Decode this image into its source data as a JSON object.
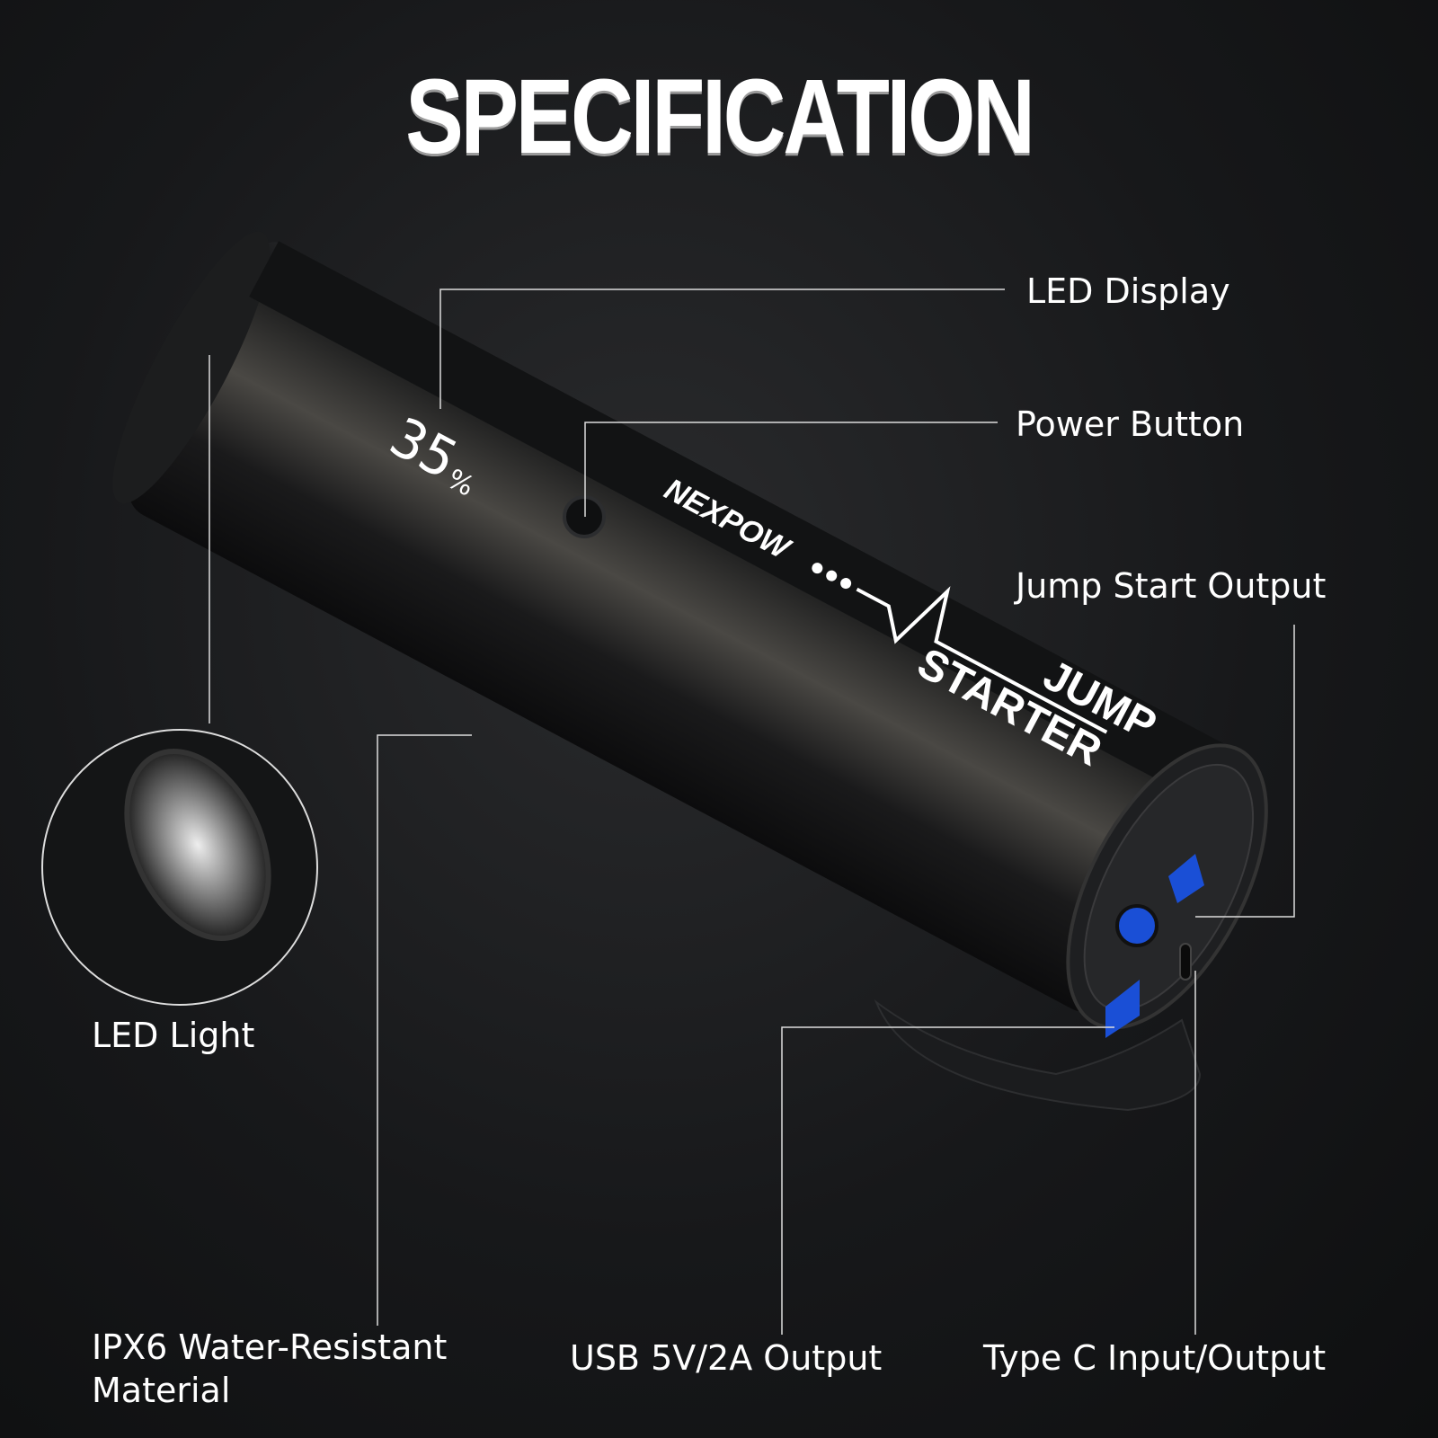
{
  "title": "SPECIFICATION",
  "product": {
    "brand_logo_text": "NEXPOW",
    "body_text_line1": "JUMP",
    "body_text_line2": "STARTER",
    "display_value": "35",
    "display_unit": "%",
    "accent_color": "#1a4fd6"
  },
  "callouts": {
    "led_display": "LED Display",
    "power_button": "Power Button",
    "jump_start_output": "Jump Start Output",
    "led_light": "LED Light",
    "ipx6_line1": "IPX6 Water-Resistant",
    "ipx6_line2": "Material",
    "usb_output": "USB 5V/2A Output",
    "type_c": "Type C Input/Output"
  }
}
